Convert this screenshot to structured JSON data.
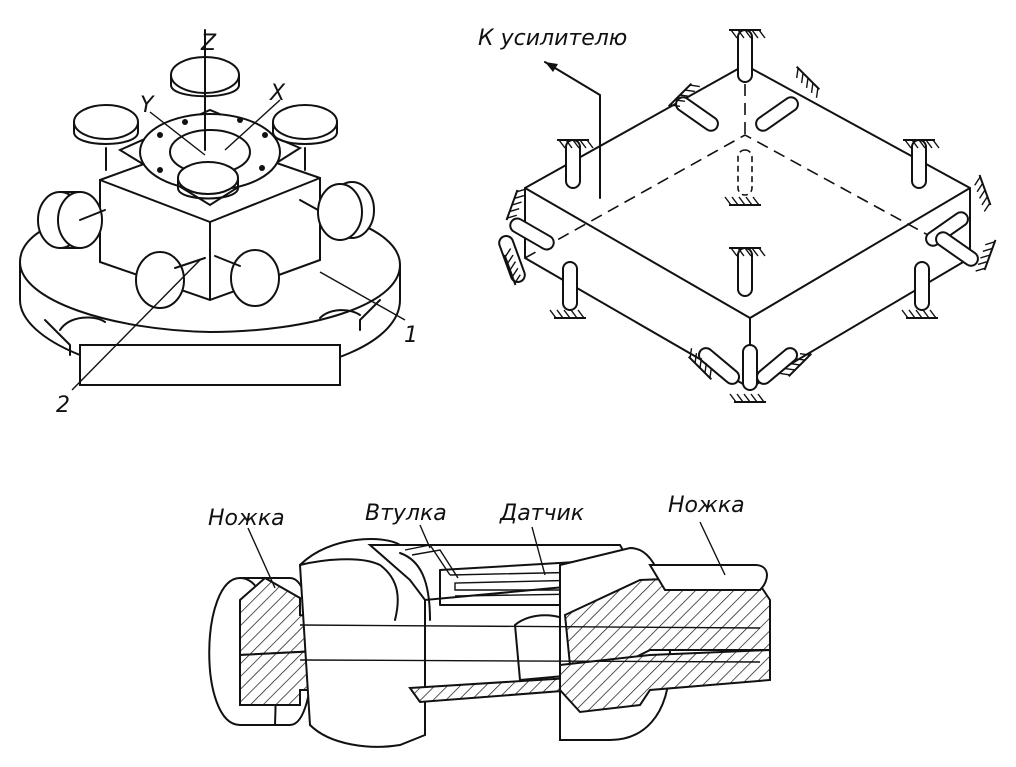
{
  "labels": {
    "axis_z": "Z",
    "axis_y": "Y",
    "axis_x": "X",
    "part_1": "1",
    "part_2": "2",
    "to_amplifier": "К усилителю",
    "leg_left": "Ножка",
    "sleeve": "Втулка",
    "sensor": "Датчик",
    "leg_right": "Ножка"
  }
}
